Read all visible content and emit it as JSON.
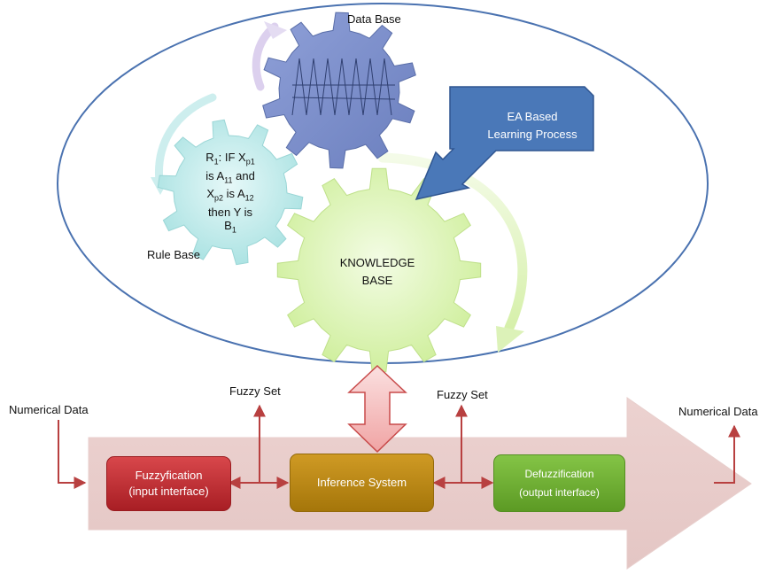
{
  "labels": {
    "data_base": "Data Base",
    "rule_base": "Rule Base",
    "ea_line1": "EA Based",
    "ea_line2": "Learning Process",
    "kb_line1": "KNOWLEDGE",
    "kb_line2": "BASE",
    "fuzzy_set_left": "Fuzzy Set",
    "fuzzy_set_right": "Fuzzy Set",
    "numerical_left": "Numerical Data",
    "numerical_right": "Numerical Data"
  },
  "rule": {
    "l1_pre": "R",
    "l1_sub": "1",
    "l1_post": ": IF X",
    "l1_sub2": "p1",
    "l2_pre": "is A",
    "l2_sub": "11",
    "l2_post": " and",
    "l3_pre": "X",
    "l3_sub": "p2",
    "l3_mid": " is A",
    "l3_sub2": "12",
    "l4": "then Y is",
    "l5_pre": "B",
    "l5_sub": "1"
  },
  "boxes": {
    "fuzzy_line1": "Fuzzyfication",
    "fuzzy_line2": "(input interface)",
    "inference": "Inference System",
    "defuzz_line1": "Defuzzification",
    "defuzz_line2": "(output interface)"
  },
  "colors": {
    "ellipse": "#4a72b0",
    "red_lines": "#b84040",
    "fuzzy_box": "#c0282e",
    "inference_box": "#b8860b",
    "defuzz_box": "#6aab2c",
    "ea_box": "#4a78b8",
    "kb_gear": "#dcf5b4",
    "rule_gear": "#c4ecec",
    "data_gear": "#7f92cc",
    "big_arrow": "#ecd2d0"
  }
}
